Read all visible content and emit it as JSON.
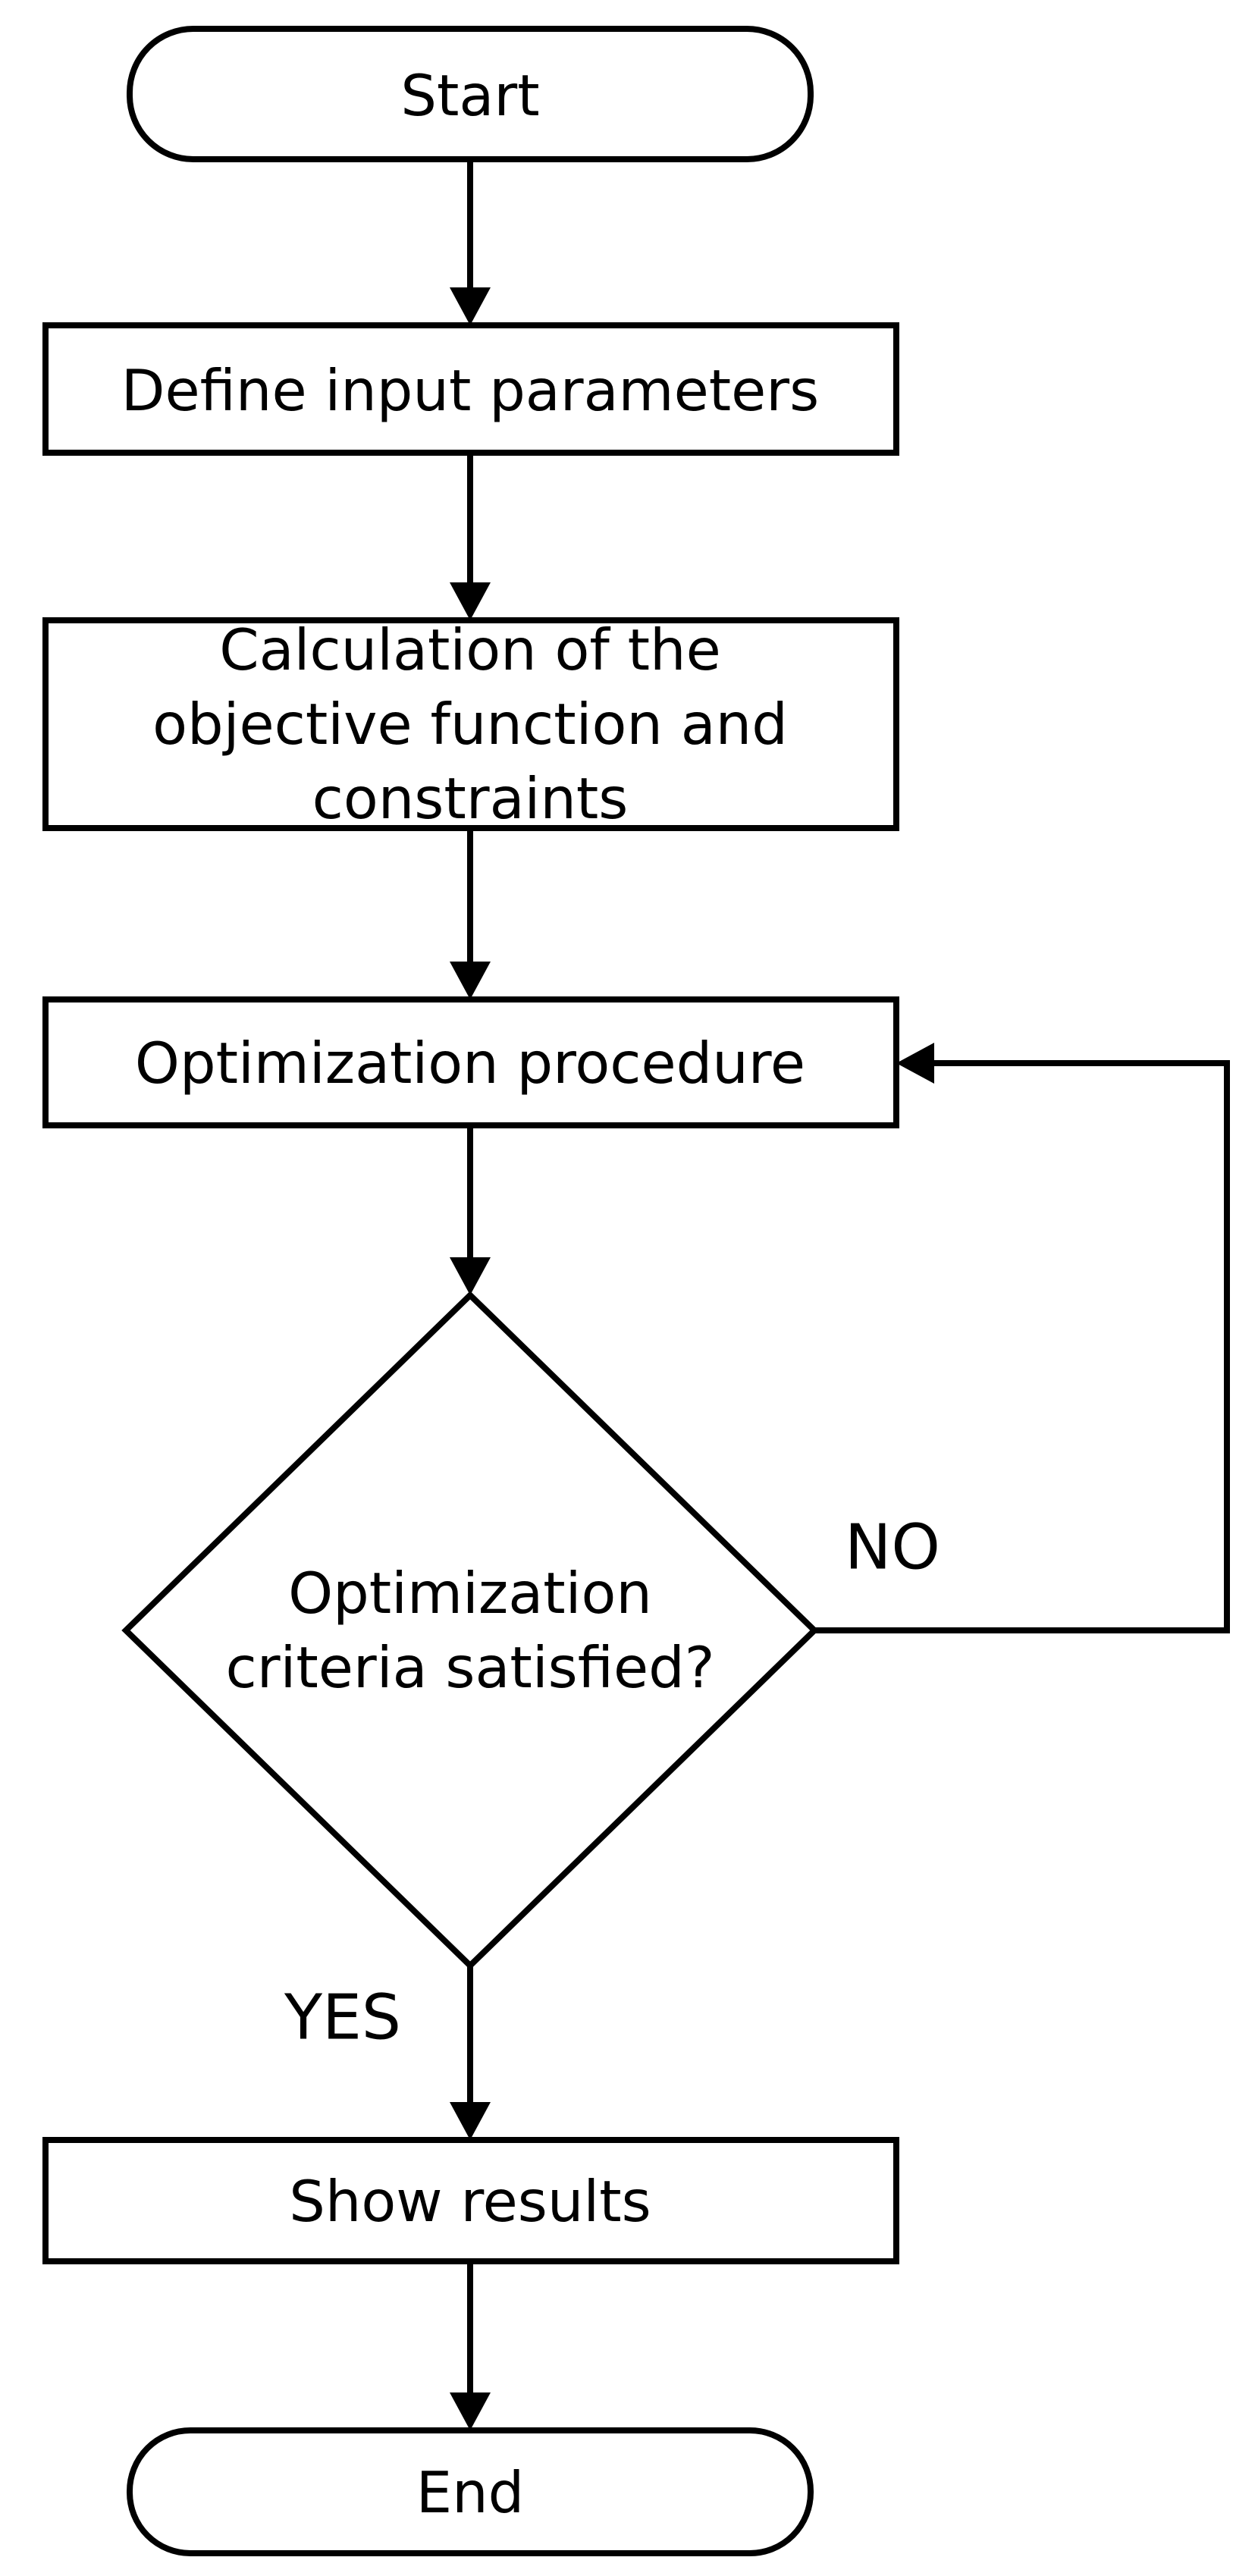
{
  "figure": {
    "type": "flowchart",
    "background_color": "#ffffff",
    "line_color": "#000000",
    "text_color": "#000000",
    "nodes": {
      "start": {
        "shape": "terminator",
        "label": "Start"
      },
      "define_inputs": {
        "shape": "process",
        "label": "Define input parameters"
      },
      "calculation": {
        "shape": "process",
        "lines": [
          "Calculation of the",
          "objective function and",
          "constraints"
        ]
      },
      "optimization": {
        "shape": "process",
        "label": "Optimization procedure"
      },
      "decision": {
        "shape": "decision",
        "lines": [
          "Optimization",
          "criteria satisfied?"
        ]
      },
      "show_results": {
        "shape": "process",
        "label": "Show results"
      },
      "end": {
        "shape": "terminator",
        "label": "End"
      }
    },
    "edges": [
      {
        "from": "start",
        "to": "define_inputs",
        "label": ""
      },
      {
        "from": "define_inputs",
        "to": "calculation",
        "label": ""
      },
      {
        "from": "calculation",
        "to": "optimization",
        "label": ""
      },
      {
        "from": "optimization",
        "to": "decision",
        "label": ""
      },
      {
        "from": "decision",
        "to": "optimization",
        "label": "NO"
      },
      {
        "from": "decision",
        "to": "show_results",
        "label": "YES"
      },
      {
        "from": "show_results",
        "to": "end",
        "label": ""
      }
    ]
  }
}
